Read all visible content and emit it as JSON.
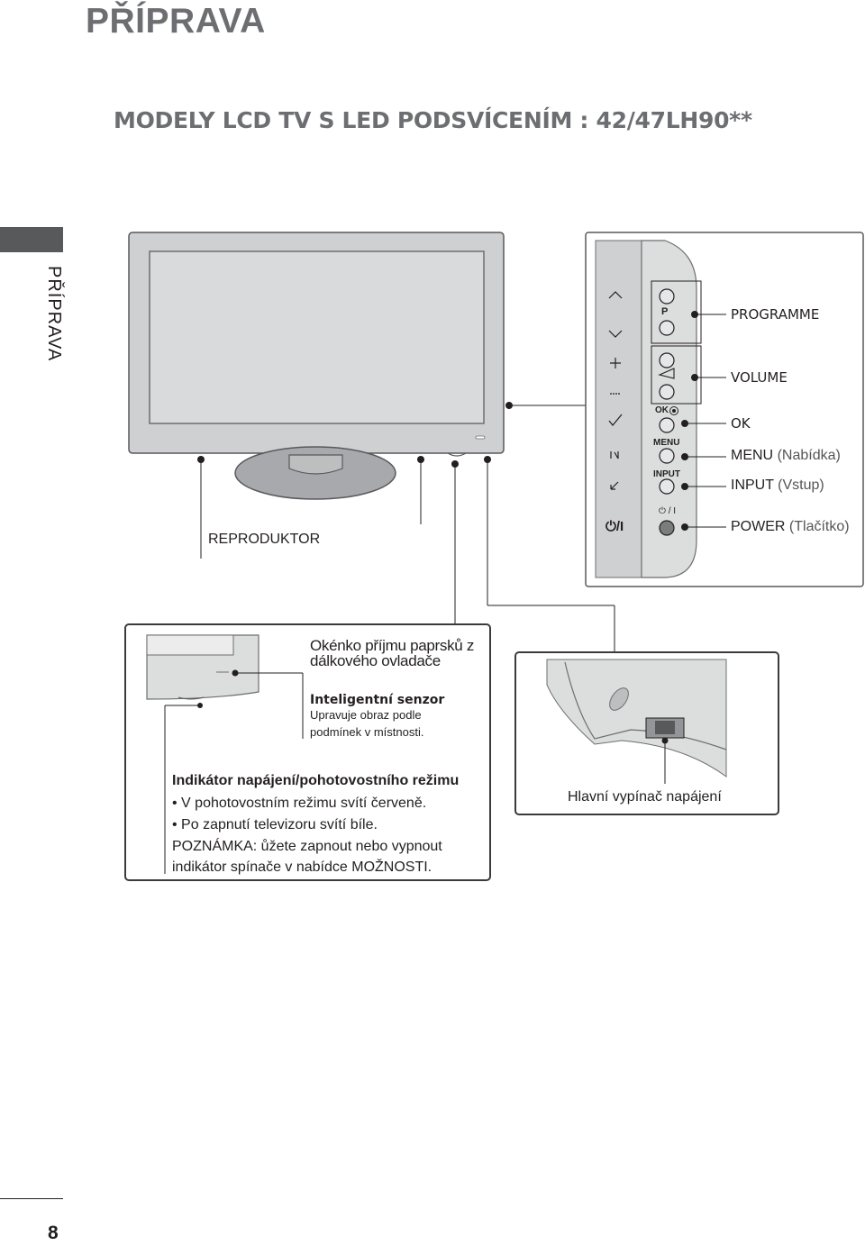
{
  "header": {
    "page_title": "PŘÍPRAVA",
    "section_title": "MODELY LCD TV S LED PODSVÍCENÍM : 42/47LH90**",
    "side_tab_label": "PŘÍPRAVA"
  },
  "tv_labels": {
    "speaker": "REPRODUKTOR"
  },
  "control_panel": {
    "panel_p": "P",
    "panel_ok": "OK",
    "panel_menu": "MENU",
    "panel_input": "INPUT",
    "panel_power": "⏻ / I",
    "callouts": {
      "programme": "PROGRAMME",
      "volume": "VOLUME",
      "ok": "OK",
      "menu_main": "MENU",
      "menu_sub": "(Nabídka)",
      "input_main": "INPUT",
      "input_sub": "(Vstup)",
      "power_main": "POWER",
      "power_sub": "(Tlačítko)"
    }
  },
  "sensor_box": {
    "remote_title": "Okénko příjmu paprsků z dálkového ovladače",
    "sensor_title": "Inteligentní senzor",
    "sensor_desc_1": "Upravuje obraz podle",
    "sensor_desc_2": "podmínek v místnosti.",
    "indicator_title": "Indikátor napájení/pohotovostního režimu",
    "indicator_item_1": "• V  pohotovostním režimu svítí červeně.",
    "indicator_item_2": "• Po zapnutí televizoru svítí bíle.",
    "note_1": "POZNÁMKA: ůžete zapnout nebo vypnout",
    "note_2": "indikátor spínače v nabídce MOŽNOSTI."
  },
  "switch_box": {
    "caption": "Hlavní vypínač napájení"
  },
  "footer": {
    "page_number": "8"
  }
}
